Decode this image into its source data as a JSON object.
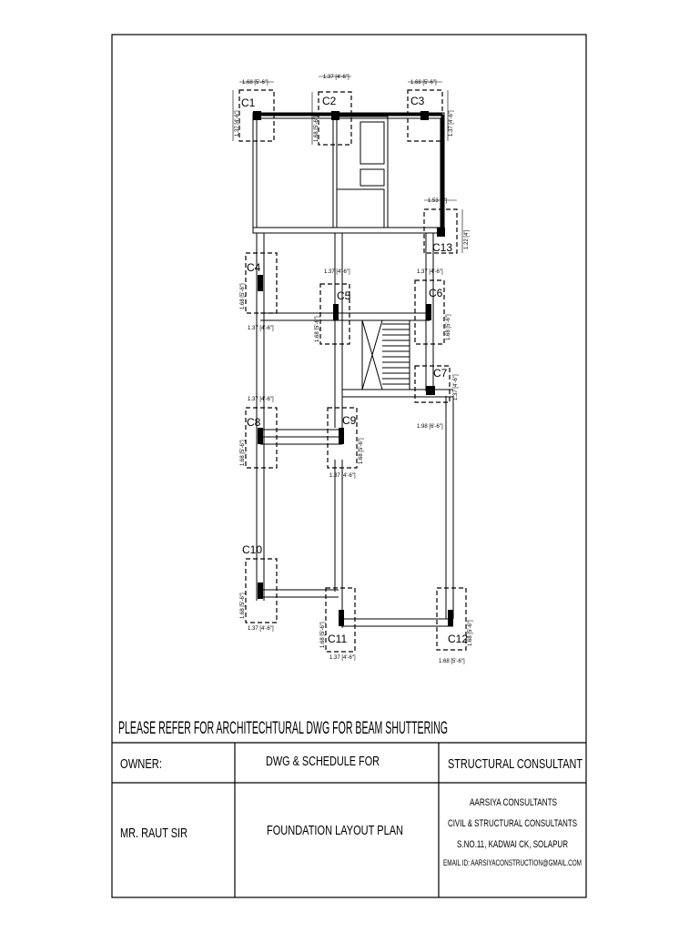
{
  "note": "PLEASE REFER FOR ARCHITECHTURAL DWG FOR BEAM SHUTTERING",
  "title_block": {
    "owner_label": "OWNER:",
    "owner_name": "MR. RAUT SIR",
    "dwg_label": "DWG & SCHEDULE FOR",
    "dwg_title": "FOUNDATION LAYOUT PLAN",
    "consultant_label": "STRUCTURAL CONSULTANT",
    "consultant_lines": [
      "AARSIYA CONSULTANTS",
      "CIVIL & STRUCTURAL CONSULTANTS",
      "S.NO.11, KADWAI CK, SOLAPUR",
      "EMAIL ID: AARSIYACONSTRUCTION@GMAIL.COM"
    ]
  },
  "columns": {
    "C1": "C1",
    "C2": "C2",
    "C3": "C3",
    "C4": "C4",
    "C5": "C5",
    "C6": "C6",
    "C7": "C7",
    "C8": "C8",
    "C9": "C9",
    "C10": "C10",
    "C11": "C11",
    "C12": "C12",
    "C13": "C13"
  },
  "dimensions": {
    "d168": "1.68 [5'-6\"]",
    "d137": "1.37 [4'-6\"]",
    "d153": "1.53 [5']",
    "d122": "1.22 [4']",
    "d198": "1.98 [6'-6\"]"
  }
}
